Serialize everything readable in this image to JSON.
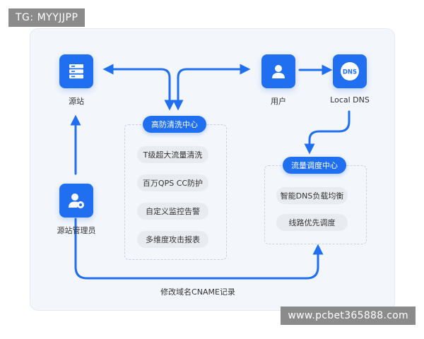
{
  "watermarks": {
    "top": "TG: MYYJJPP",
    "bottom": "www.pcbet365888.com"
  },
  "nodes": {
    "origin": {
      "label": "源站",
      "icon": "server-icon"
    },
    "user": {
      "label": "用户",
      "icon": "user-icon"
    },
    "dns": {
      "label": "Local DNS",
      "icon": "dns-icon",
      "icon_text": "DNS"
    },
    "admin": {
      "label": "源站管理员",
      "icon": "admin-user-icon"
    }
  },
  "groups": {
    "scrubbing": {
      "title": "高防清洗中心",
      "items": [
        "T级超大流量清洗",
        "百万QPS CC防护",
        "自定义监控告警",
        "多维度攻击报表"
      ]
    },
    "scheduling": {
      "title": "流量调度中心",
      "items": [
        "智能DNS负载均衡",
        "线路优先调度"
      ]
    }
  },
  "edges": {
    "cname_label": "修改域名CNAME记录"
  },
  "colors": {
    "accent": "#1f6ff0",
    "panel": "#f3f6fb",
    "chip": "#e8ebf0"
  }
}
